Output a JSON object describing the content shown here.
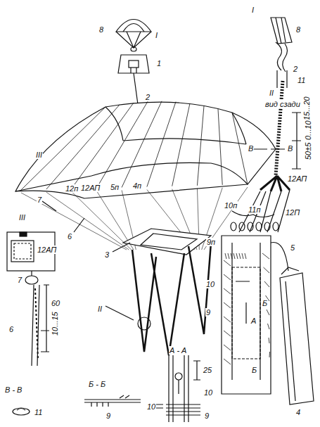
{
  "diagram": {
    "labels": [
      "8",
      "I",
      "1",
      "2",
      "III",
      "12п",
      "12АП",
      "5п",
      "4п",
      "7",
      "6",
      "3",
      "II",
      "III",
      "12АП",
      "7",
      "6",
      "60",
      "10...15",
      "В - В",
      "11",
      "Б - Б",
      "9",
      "А - А",
      "25",
      "10",
      "10",
      "9",
      "I",
      "8",
      "2",
      "II",
      "вид сзади",
      "11",
      "15...20",
      "0...10",
      "50±5",
      "В",
      "В",
      "10п",
      "11п",
      "12АП",
      "12П",
      "9п",
      "5",
      "10",
      "9",
      "А",
      "Б",
      "Б",
      "4"
    ]
  }
}
